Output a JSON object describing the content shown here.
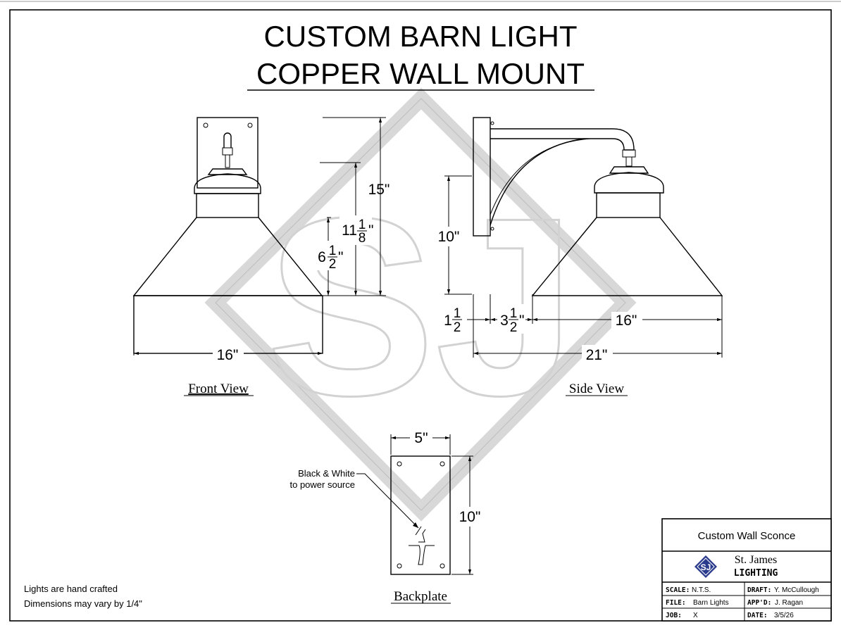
{
  "title": {
    "line1": "CUSTOM BARN LIGHT",
    "line2": "COPPER WALL MOUNT"
  },
  "watermark": {
    "text": "SJ",
    "color": "#d9d9d9"
  },
  "views": {
    "front": "Front View",
    "side": "Side View",
    "backplate": "Backplate"
  },
  "dimensions": {
    "front_width": "16\"",
    "total_height": "15\"",
    "height_11": {
      "whole": "11",
      "num": "1",
      "den": "8",
      "unit": "\""
    },
    "height_6": {
      "whole": "6",
      "num": "1",
      "den": "2",
      "unit": "\""
    },
    "side_height": "10\"",
    "offset_1": {
      "whole": "1",
      "num": "1",
      "den": "2",
      "unit": "\""
    },
    "offset_3": {
      "whole": "3",
      "num": "1",
      "den": "2",
      "unit": "\""
    },
    "side_shade_width": "16\"",
    "side_extension": "21\"",
    "backplate_width": "5\"",
    "backplate_height": "10\""
  },
  "wire_note": {
    "line1": "Black & White",
    "line2": "to power source"
  },
  "notes": {
    "line1": "Lights are hand crafted",
    "line2": "Dimensions may vary by 1/4\""
  },
  "title_block": {
    "heading": "Custom Wall Sconce",
    "company_line1": "St. James",
    "company_line2": "LIGHTING",
    "logo_text": "SJ",
    "logo_color": "#2a3a8c",
    "rows": [
      {
        "l_label": "SCALE:",
        "l_value": "N.T.S.",
        "r_label": "DRAFT:",
        "r_value": "Y. McCullough"
      },
      {
        "l_label": "FILE:",
        "l_value": "Barn Lights",
        "r_label": "APP'D:",
        "r_value": "J. Ragan"
      },
      {
        "l_label": "JOB:",
        "l_value": "X",
        "r_label": "DATE:",
        "r_value": "3/5/26"
      }
    ]
  }
}
